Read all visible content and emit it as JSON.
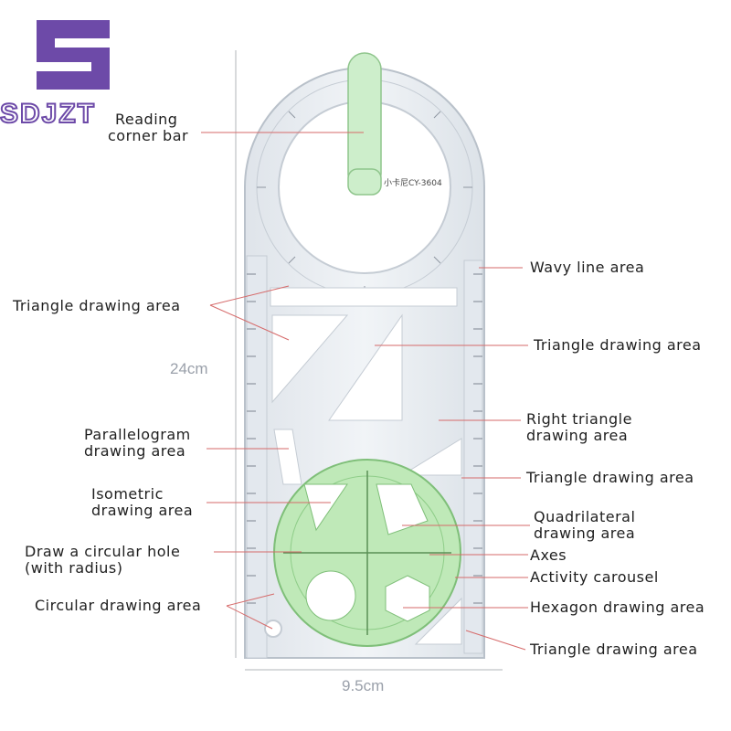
{
  "brand": {
    "word": "SDJZT",
    "color": "#6d4aa8"
  },
  "dimensions": {
    "height": "24cm",
    "width": "9.5cm"
  },
  "model_label": "小卡尼CY-3604",
  "callouts": {
    "reading_corner_bar": [
      "Reading",
      "corner bar"
    ],
    "triangle_left": "Triangle drawing area",
    "parallelogram": [
      "Parallelogram",
      "drawing area"
    ],
    "isometric": [
      "Isometric",
      "drawing area"
    ],
    "circular_hole": [
      "Draw a circular hole",
      "(with radius)"
    ],
    "circular_drawing": "Circular drawing area",
    "wavy_line": "Wavy line area",
    "triangle_right_top": "Triangle drawing area",
    "right_triangle": [
      "Right triangle",
      "drawing area"
    ],
    "triangle_right_mid": "Triangle drawing area",
    "quadrilateral": [
      "Quadrilateral",
      "drawing area"
    ],
    "axes": "Axes",
    "activity_carousel": "Activity carousel",
    "hexagon": "Hexagon drawing area",
    "triangle_right_bottom": "Triangle drawing area"
  },
  "colors": {
    "ruler_fill": "#e9edf1",
    "ruler_edge": "#b9c1ca",
    "green_bar": "#cdeecb",
    "carousel": "#bfe9b8",
    "leader_line": "#d66a6a"
  }
}
